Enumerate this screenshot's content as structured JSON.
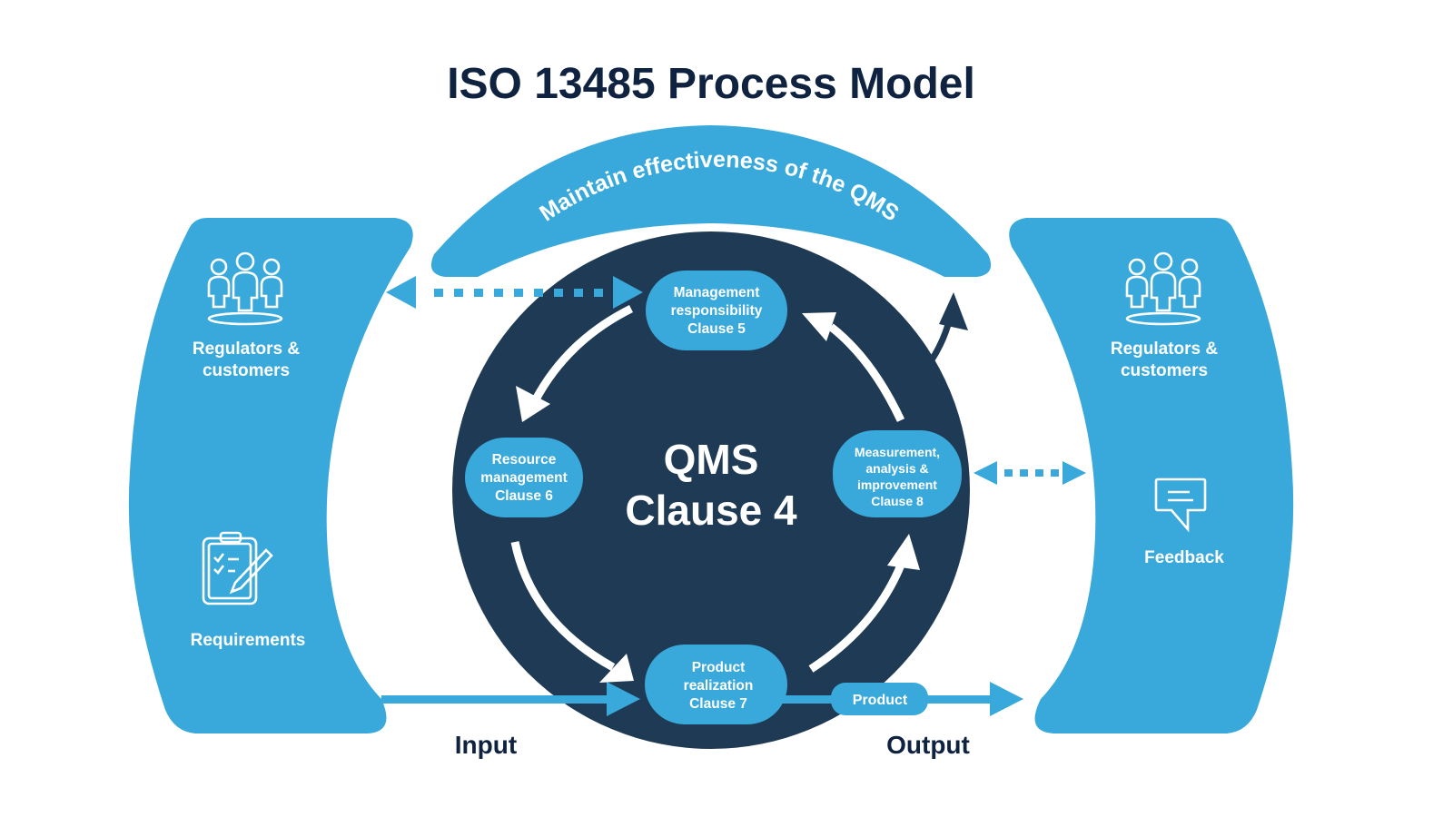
{
  "title": "ISO 13485 Process Model",
  "colors": {
    "accent_blue": "#39a9db",
    "navy": "#1f3a54",
    "title_navy": "#0f2340",
    "white": "#ffffff"
  },
  "top_arc": {
    "label": "Maintain effectiveness of the QMS"
  },
  "left_panel": {
    "group_label_line1": "Regulators &",
    "group_label_line2": "customers",
    "group_icon": "people-group-icon",
    "requirements_label": "Requirements",
    "requirements_icon": "clipboard-checklist-icon"
  },
  "right_panel": {
    "group_label_line1": "Regulators &",
    "group_label_line2": "customers",
    "group_icon": "people-group-icon",
    "feedback_label": "Feedback",
    "feedback_icon": "chat-bubble-icon"
  },
  "center": {
    "line1": "QMS",
    "line2": "Clause 4"
  },
  "nodes": {
    "management": {
      "line1": "Management",
      "line2": "responsibility",
      "line3": "Clause 5"
    },
    "resource": {
      "line1": "Resource",
      "line2": "management",
      "line3": "Clause 6"
    },
    "product_realization": {
      "line1": "Product",
      "line2": "realization",
      "line3": "Clause 7"
    },
    "measurement": {
      "line1": "Measurement,",
      "line2": "analysis &",
      "line3": "improvement",
      "line4": "Clause 8"
    }
  },
  "product_tag": "Product",
  "input_label": "Input",
  "output_label": "Output"
}
